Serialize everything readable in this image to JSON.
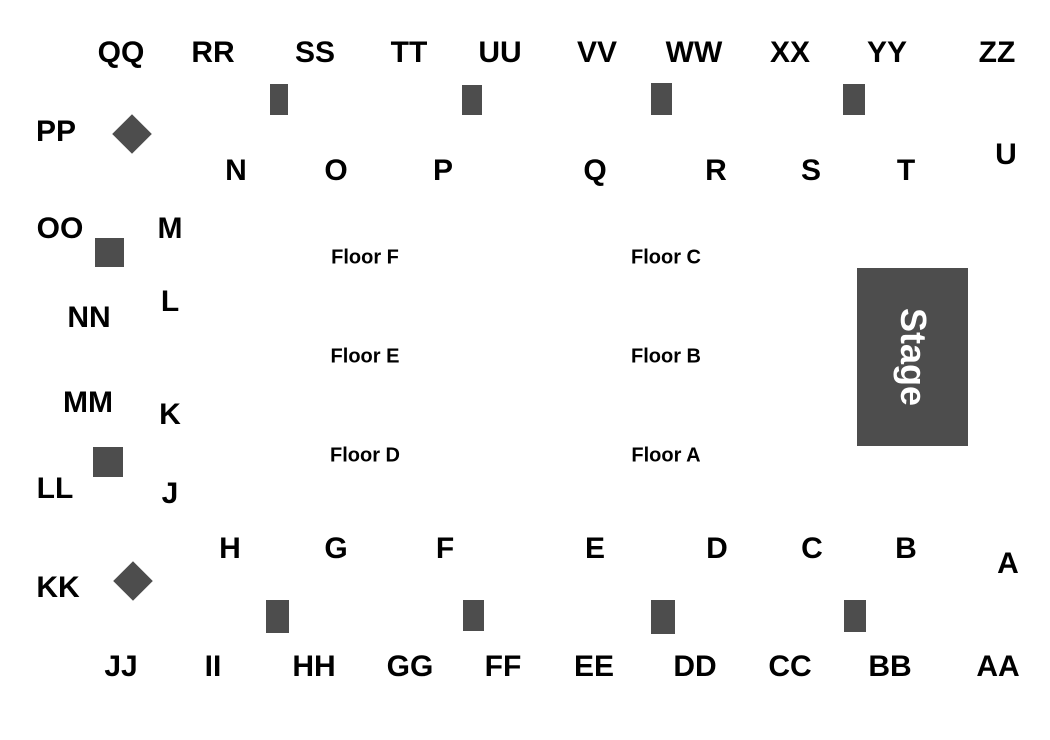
{
  "top_row": [
    "QQ",
    "RR",
    "SS",
    "TT",
    "UU",
    "VV",
    "WW",
    "XX",
    "YY",
    "ZZ"
  ],
  "upper_row": [
    "N",
    "O",
    "P",
    "Q",
    "R",
    "S",
    "T",
    "U"
  ],
  "left_outer": [
    "PP",
    "OO",
    "NN",
    "MM",
    "LL",
    "KK"
  ],
  "left_inner": [
    "M",
    "L",
    "K",
    "J"
  ],
  "lower_row": [
    "H",
    "G",
    "F",
    "E",
    "D",
    "C",
    "B",
    "A"
  ],
  "bottom_row": [
    "JJ",
    "II",
    "HH",
    "GG",
    "FF",
    "EE",
    "DD",
    "CC",
    "BB",
    "AA"
  ],
  "floors": [
    "Floor F",
    "Floor C",
    "Floor E",
    "Floor B",
    "Floor D",
    "Floor A"
  ],
  "stage": {
    "label": "Stage"
  },
  "colors": {
    "structure": "#4d4d4d",
    "text": "#000000",
    "stage_text": "#ffffff"
  }
}
